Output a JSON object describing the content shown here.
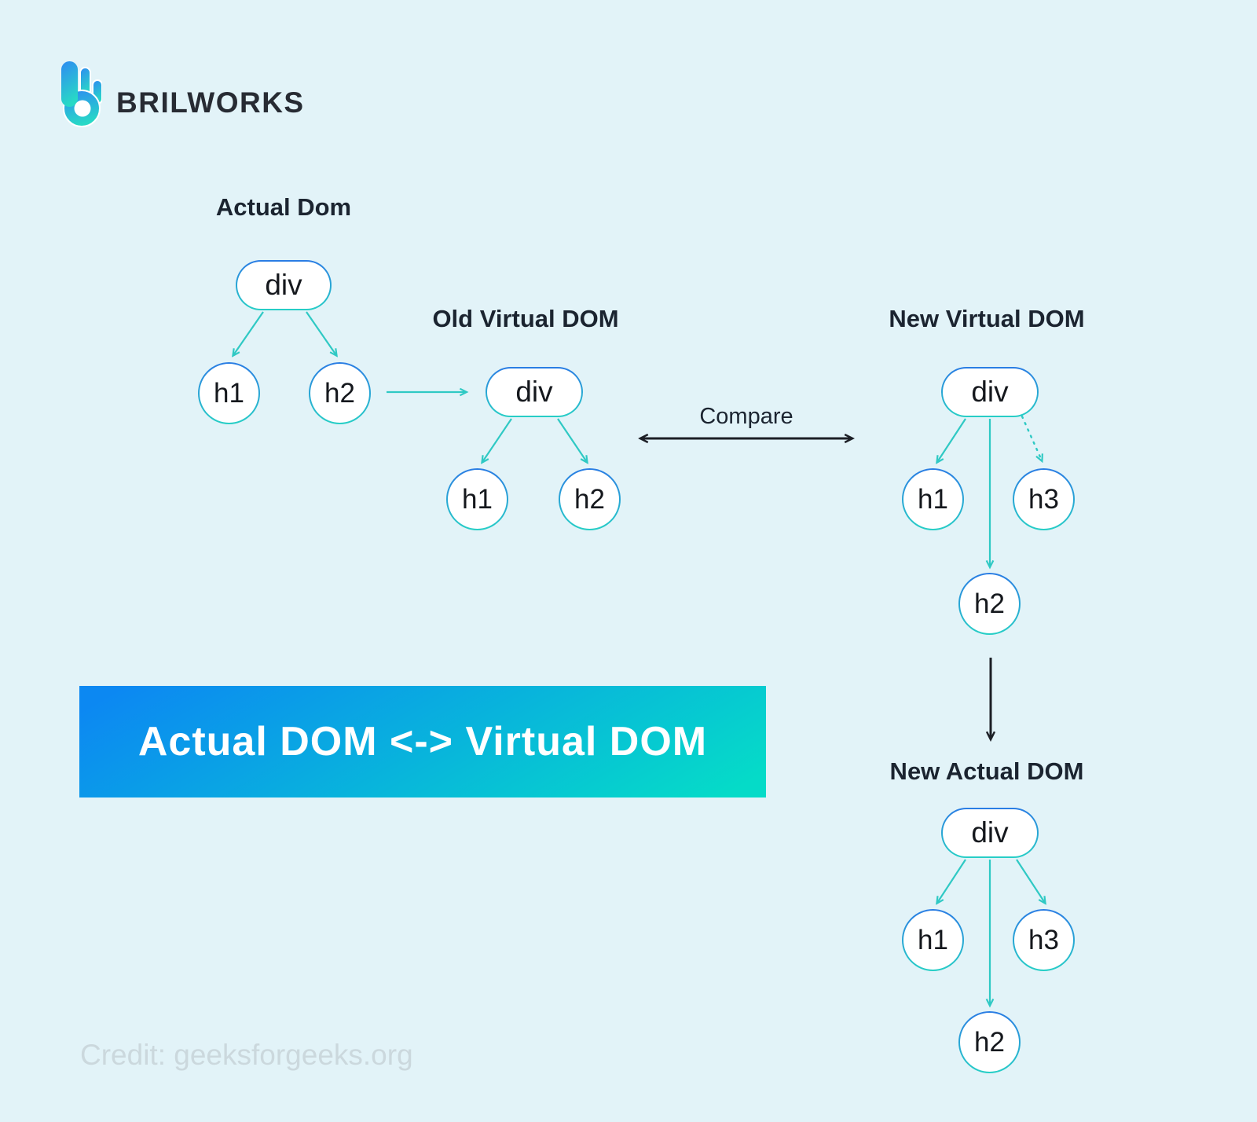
{
  "header": {
    "brand": "BRILWORKS",
    "logo_icon": "brilworks-b-hand-logo"
  },
  "diagram": {
    "trees": {
      "actual_dom": {
        "title": "Actual Dom",
        "root": "div",
        "child_left": "h1",
        "child_right": "h2"
      },
      "old_virtual_dom": {
        "title": "Old Virtual DOM",
        "root": "div",
        "child_left": "h1",
        "child_right": "h2"
      },
      "new_virtual_dom": {
        "title": "New Virtual DOM",
        "root": "div",
        "child_left": "h1",
        "child_right": "h3",
        "child_bottom": "h2",
        "child_right_edge_style": "dashed"
      },
      "new_actual_dom": {
        "title": "New Actual DOM",
        "root": "div",
        "child_left": "h1",
        "child_right": "h3",
        "child_bottom": "h2"
      }
    },
    "compare_label": "Compare",
    "edges": {
      "actual_to_old_virtual": "h2 -> div (teal arrow)",
      "compare": "Old Virtual DOM <-> New Virtual DOM (black double arrow)",
      "update": "New Virtual DOM h2 -> New Actual DOM (black arrow)"
    }
  },
  "banner": {
    "text": "Actual DOM <-> Virtual DOM"
  },
  "footer": {
    "credit": "Credit: geeksforgeeks.org"
  },
  "colors": {
    "background": "#e2f3f8",
    "node_fill": "#ffffff",
    "node_border_top": "#2a7ce4",
    "node_border_bottom": "#27cfc6",
    "arrow_teal": "#2fc9c4",
    "arrow_black": "#1c1f26",
    "banner_gradient_start": "#0c88f2",
    "banner_gradient_end": "#05dbc8",
    "banner_text": "#ffffff",
    "title_text": "#1b2430",
    "brand_text": "#272b33",
    "credit_text": "#cbd8dd",
    "logo_gradient_start": "#2e8bf2",
    "logo_gradient_end": "#28d9c6"
  }
}
